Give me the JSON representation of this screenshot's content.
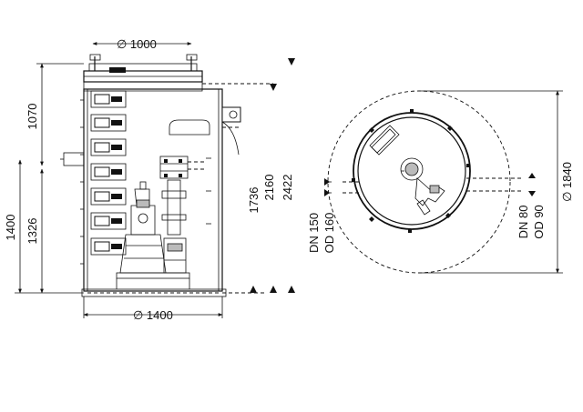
{
  "labels": {
    "top_diameter": "∅ 1000",
    "bottom_diameter": "∅ 1400",
    "height_1070": "1070",
    "height_1326": "1326",
    "height_1400": "1400",
    "height_1736": "1736",
    "height_2160": "2160",
    "height_2422": "2422",
    "inlet_dn": "DN 150",
    "inlet_od": "OD 160",
    "outlet_dn": "DN 80",
    "outlet_od": "OD 90",
    "plan_diameter": "∅ 1840"
  }
}
